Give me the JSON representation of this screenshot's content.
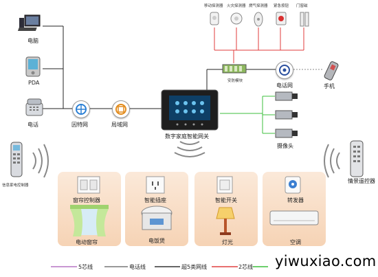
{
  "left_devices": {
    "computer": "电脑",
    "pda": "PDA",
    "phone": "电话"
  },
  "network_nodes": {
    "ethernet": "因特网",
    "lan": "局域网",
    "phone_net": "电话网"
  },
  "gateway": "数字家庭智能网关",
  "security_module": "安防模块",
  "mobile": "手机",
  "camera": "摄像头",
  "sensors": [
    "移动探测器",
    "火灾探测器",
    "燃气探测器",
    "紧急按钮",
    "门窗磁"
  ],
  "left_remote": "信息家电控制器",
  "right_remote": "情景遥控器",
  "panels": [
    {
      "top": "窗帘控制器",
      "bottom": "电动窗帘"
    },
    {
      "top": "智能插座",
      "bottom": "电饭煲"
    },
    {
      "top": "智能开关",
      "bottom": "灯光"
    },
    {
      "top": "转发器",
      "bottom": "空调"
    }
  ],
  "legend": [
    "5芯线",
    "电话线",
    "超5类网线",
    "2芯线"
  ],
  "watermark": "yiwuxiao.com",
  "colors": {
    "line_black": "#222222",
    "line_red": "#e23b3b",
    "line_green": "#3cbf3c",
    "legend_purple": "#b673c4",
    "legend_gray": "#777777",
    "legend_dark": "#333333",
    "legend_red": "#e04040"
  }
}
